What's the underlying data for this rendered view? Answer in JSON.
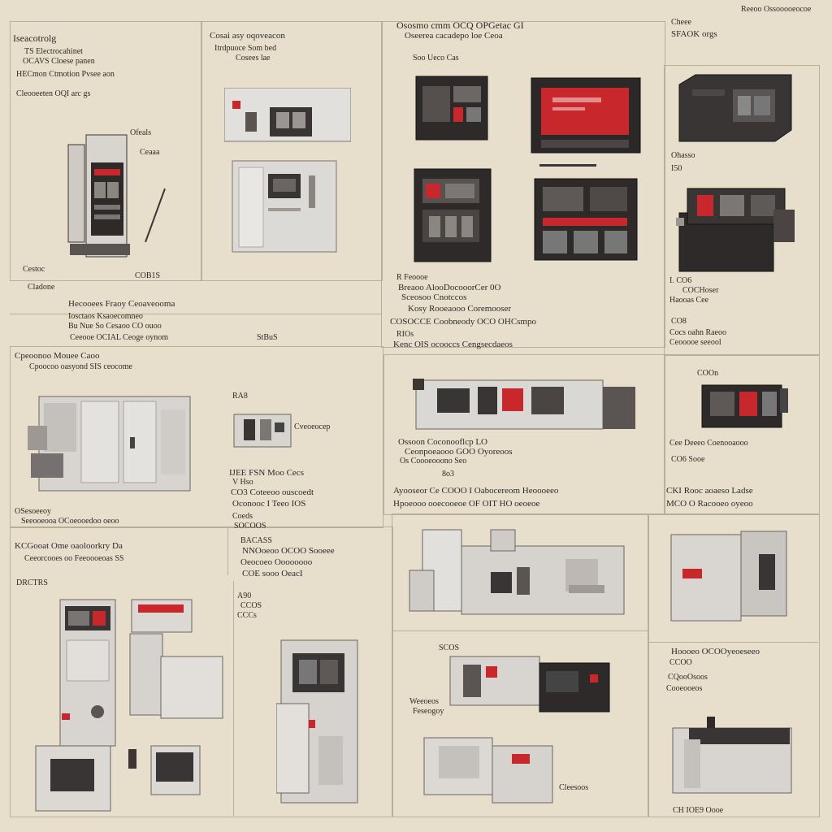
{
  "sheet": {
    "title": "Electrical Cabinet Unit Reference Sheet"
  },
  "labels": {
    "hdr_left": "Iseacotrolg",
    "hdr_left_1": "TS Electrocahinet",
    "hdr_left_2": "OCAVS Cloese panen",
    "hdr_left_3": "HECmon Ctmotion Pvsee aon",
    "hdr_left_4": "Cleooeeten OQI arc gs",
    "hdr_c1": "Cosai asy oqoveacon",
    "hdr_c2": "Itrdpuoce Som bed",
    "hdr_c3": "Cosees lae",
    "hdr_top": "Ososmo cmm OCQ OPGetac GI",
    "hdr_top_2": "Oseerea cacadepo loe Ceoa",
    "hdr_top_3": "Soo Ueco Cas",
    "hdr_right": "SFAOK orgs",
    "hdr_right_2": "Cheee",
    "note_1": "Ohasso",
    "note_2": "I50",
    "lbl_a": "Ofeals",
    "lbl_b": "Ceaaa",
    "lbl_c": "COB1S",
    "lbl_d": "Cestoc",
    "row2_l": "Cladone",
    "row2_a": "Hecooees Fraoy Ceoaveooma",
    "row2_b": "Iosctaos Ksaoecomneo",
    "row2_c": "Bu Nue So Cesaoo CO ouoo",
    "row2_d": "Ceeooe OCIAL Ceoge oynom",
    "row2_e": "StBuS",
    "row2_m1": "R Feoooe",
    "row2_m2": "Breaoo AlooDocooorCer 0O",
    "row2_m3": "Sceosoo Cnotccos",
    "row2_m4": "Kosy Rooeaooo Coremooser",
    "row2_m5": "COSOCCE Coobneody OCO OHCsmpo",
    "row2_m6": "RIOs",
    "row2_m7": "Kenc OIS ocooccs Cengsecdaeos",
    "row2_r1": "I. CO6",
    "row2_r2": "COCHoser",
    "row2_r3": "Haooas Cee",
    "row2_r4": "CO8",
    "row2_r5": "Cocs oahn Raeoo",
    "row2_r6": "Ceooooe seeool",
    "mid_l1": "Cpeoonoo Mouee Caoo",
    "mid_l2": "Cpoocoo oasyond SIS ceocome",
    "mid_c1": "RA8",
    "mid_c2": "Cveoeocep",
    "mid_c3": "IJEE FSN Moo Cecs",
    "mid_c4": "V Hso",
    "mid_c5": "CO3 Coteeoo ouscoedt",
    "mid_c6": "Oconooc I Teeo IOS",
    "mid_c7": "Coeds",
    "mid_c8": "SOCOOS",
    "mid_m1": "Ossoon Coconooflcp LO",
    "mid_m2": "Ceonpoeaooo GOO Oyoreoos",
    "mid_m3": "Os Coooeooono Seo",
    "mid_m4": "8o3",
    "mid_m5": "Ayooseor Ce COOO I Oabocereom Heoooeeo",
    "mid_m6": "Hpoeooo ooecooeoe OF OIT HO oeoeoe",
    "mid_r1": "COOn",
    "mid_r2": "Cee Deeeo Coenooaooo",
    "mid_r3": "CO6 Sooe",
    "mid_r4": "CKI Rooc aoaeso Ladse",
    "mid_r5": "MCO O Racooeo oyeoo",
    "mid_l3": "OSesoeeoy",
    "mid_l4": "Seeooeooa OCoeooedoo oeoo",
    "bot_l1": "KCGooat Ome oaoloorkry Da",
    "bot_l2": "Ceeorcooes oo Feeoooeoas SS",
    "bot_l3": "DRCTRS",
    "bot_c1": "BACASS",
    "bot_c2": "NNOoeoo OCOO Sooeee",
    "bot_c3": "Oeocoeo Oooooooo",
    "bot_c4": "COE sooo OeacI",
    "bot_c5": "A90",
    "bot_c6": "CCOS",
    "bot_c7": "CCCs",
    "bot_m1": "SCOS",
    "bot_m2": "Weeoeos",
    "bot_m3": "Feseogoy",
    "bot_m4": "Cleesoos",
    "bot_r1": "Hoooeo OCOOyeoeseeo",
    "bot_r2": "CCOO",
    "bot_r3": "CQooOsoos",
    "bot_r4": "Cooeooeos",
    "bot_r5": "CH IOE9 Oooe",
    "top_corner": "Reeoo Ossooooeocoe"
  },
  "colors": {
    "paper": "#e7dfcc",
    "rule": "#b9ae96",
    "cabinet_light": "#d9d6d2",
    "cabinet_dark": "#3a3535",
    "screen_red": "#c8282c",
    "ink": "#2f2a27"
  },
  "units": [
    {
      "name": "tall-rack",
      "style": "rack-light"
    },
    {
      "name": "wall-panel",
      "style": "box-light"
    },
    {
      "name": "floor-cabinet",
      "style": "box-light"
    },
    {
      "name": "dark-module-1",
      "style": "box-dark"
    },
    {
      "name": "dark-monitor",
      "style": "monitor-red"
    },
    {
      "name": "dark-chassis",
      "style": "box-dark"
    },
    {
      "name": "dark-module-2",
      "style": "box-dark"
    },
    {
      "name": "dark-rack",
      "style": "box-dark"
    },
    {
      "name": "dark-machine",
      "style": "box-dark"
    },
    {
      "name": "long-chassis",
      "style": "box-light"
    },
    {
      "name": "small-dark-unit",
      "style": "box-dark"
    },
    {
      "name": "big-cabinet",
      "style": "box-light"
    },
    {
      "name": "small-bracket",
      "style": "box-light"
    },
    {
      "name": "machine-assembly",
      "style": "box-light"
    },
    {
      "name": "grey-box-red-light",
      "style": "box-light"
    },
    {
      "name": "tall-control-panel",
      "style": "rack-light"
    },
    {
      "name": "small-panels",
      "style": "box-light"
    },
    {
      "name": "upright-cabinet",
      "style": "rack-light"
    },
    {
      "name": "assembly-dark-box",
      "style": "box-dark"
    },
    {
      "name": "bench-unit",
      "style": "box-light"
    },
    {
      "name": "side-case",
      "style": "box-light"
    }
  ]
}
